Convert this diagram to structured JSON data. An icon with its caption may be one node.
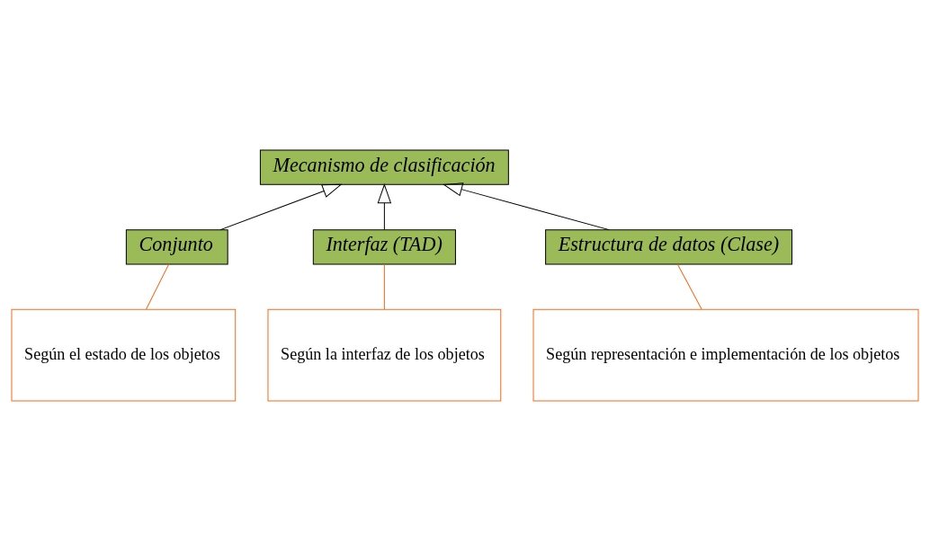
{
  "diagram": {
    "nodes": [
      {
        "text": [
          "Mecanismo de clasificación"
        ]
      },
      {
        "text": [
          "Conjunto"
        ]
      },
      {
        "text": [
          "Interfaz (TAD)"
        ]
      },
      {
        "text": [
          "Estructura de datos (Clase)"
        ]
      },
      {
        "text": [
          "Según el estado de los objetos"
        ]
      },
      {
        "text": [
          "Según la interfaz de los objetos"
        ]
      },
      {
        "text": [
          "Según representación e implementación de los objetos"
        ]
      }
    ],
    "edges": [
      {
        "from": 1,
        "to": 0,
        "arrow": "to"
      },
      {
        "from": 2,
        "to": 0,
        "arrow": "to"
      },
      {
        "from": 3,
        "to": 0,
        "arrow": "to"
      },
      {
        "from": 4,
        "to": 1,
        "arrow": "none",
        "color": "#f26b1d"
      },
      {
        "from": 5,
        "to": 2,
        "arrow": "none",
        "color": "#f26b1d"
      },
      {
        "from": 6,
        "to": 3,
        "arrow": "none",
        "color": "#f26b1d"
      }
    ]
  }
}
